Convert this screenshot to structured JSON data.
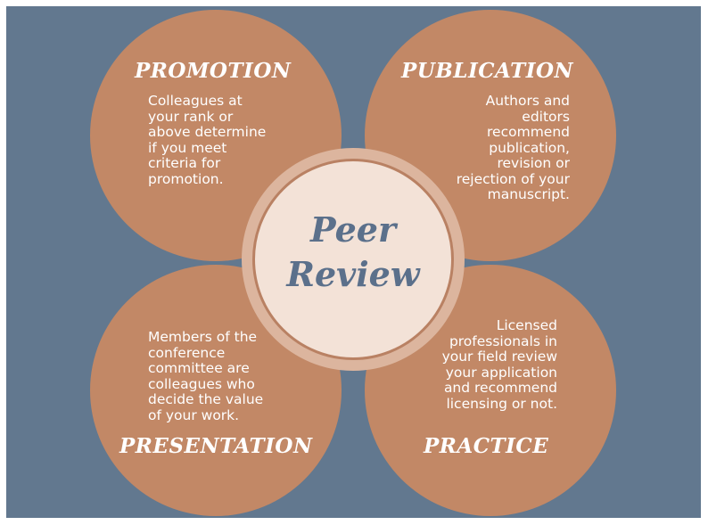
{
  "center": {
    "line1": "Peer",
    "line2": "Review"
  },
  "quadrants": [
    {
      "title": "PROMOTION",
      "text": "Colleagues at\nyour rank or\nabove determine\nif you meet\ncriteria for\npromotion."
    },
    {
      "title": "PUBLICATION",
      "text": "Authors and\neditors\nrecommend\npublication,\nrevision or\nrejection of your\nmanuscript."
    },
    {
      "title": "PRESENTATION",
      "text": "Members of the\nconference\ncommittee are\ncolleagues who\ndecide the value\nof your work."
    },
    {
      "title": "PRACTICE",
      "text": "Licensed\nprofessionals in\nyour field review\nyour application\nand recommend\nlicensing or not."
    }
  ],
  "colors": {
    "background": "#62788f",
    "petal": "#c28866",
    "center_fill": "#f3e2d7",
    "center_ring": "#dcb59e",
    "center_text": "#5b708b"
  }
}
